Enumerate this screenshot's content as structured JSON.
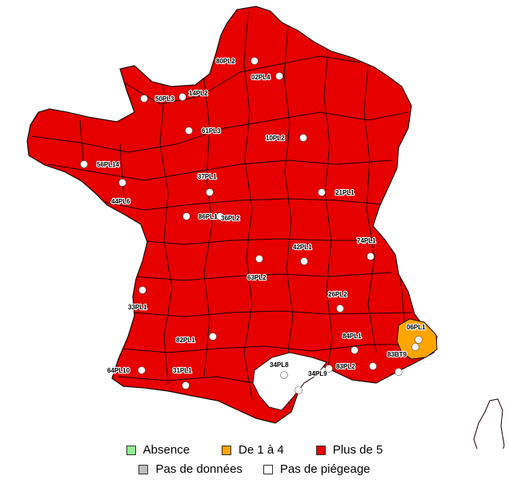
{
  "colors": {
    "absence": "#90ee90",
    "de_1_a_4": "#ffa500",
    "plus_de_5": "#e60000",
    "pas_de_donnees": "#bebebe",
    "pas_de_piegeage": "#ffffff",
    "border": "#1a0000"
  },
  "legend": {
    "absence": "Absence",
    "de_1_a_4": "De 1 à 4",
    "plus_de_5": "Plus de 5",
    "pas_de_donnees": "Pas de données",
    "pas_de_piegeage": "Pas de piégeage"
  },
  "traps": [
    {
      "label": "80PL2",
      "class": "plus_de_5"
    },
    {
      "label": "02PL4",
      "class": "plus_de_5"
    },
    {
      "label": "50PL3",
      "class": "plus_de_5"
    },
    {
      "label": "14PL2",
      "class": "plus_de_5"
    },
    {
      "label": "61PL3",
      "class": "plus_de_5"
    },
    {
      "label": "10PL2",
      "class": "plus_de_5"
    },
    {
      "label": "56PL14",
      "class": "plus_de_5"
    },
    {
      "label": "37PL1",
      "class": "plus_de_5"
    },
    {
      "label": "44PL6",
      "class": "plus_de_5"
    },
    {
      "label": "21PL1",
      "class": "plus_de_5"
    },
    {
      "label": "86PL1",
      "class": "plus_de_5"
    },
    {
      "label": "36PL2",
      "class": "plus_de_5"
    },
    {
      "label": "74PL1",
      "class": "plus_de_5"
    },
    {
      "label": "42PL1",
      "class": "plus_de_5"
    },
    {
      "label": "63PL2",
      "class": "plus_de_5"
    },
    {
      "label": "26PL2",
      "class": "plus_de_5"
    },
    {
      "label": "33PL1",
      "class": "plus_de_5"
    },
    {
      "label": "06PL1",
      "class": "de_1_a_4"
    },
    {
      "label": "84PL1",
      "class": "plus_de_5"
    },
    {
      "label": "82PL1",
      "class": "plus_de_5"
    },
    {
      "label": "83BT9",
      "class": "plus_de_5"
    },
    {
      "label": "64PL10",
      "class": "plus_de_5"
    },
    {
      "label": "31PL1",
      "class": "plus_de_5"
    },
    {
      "label": "34PL8",
      "class": "pas_de_piegeage"
    },
    {
      "label": "83PL2",
      "class": "plus_de_5"
    },
    {
      "label": "34PL9",
      "class": "pas_de_piegeage"
    }
  ]
}
